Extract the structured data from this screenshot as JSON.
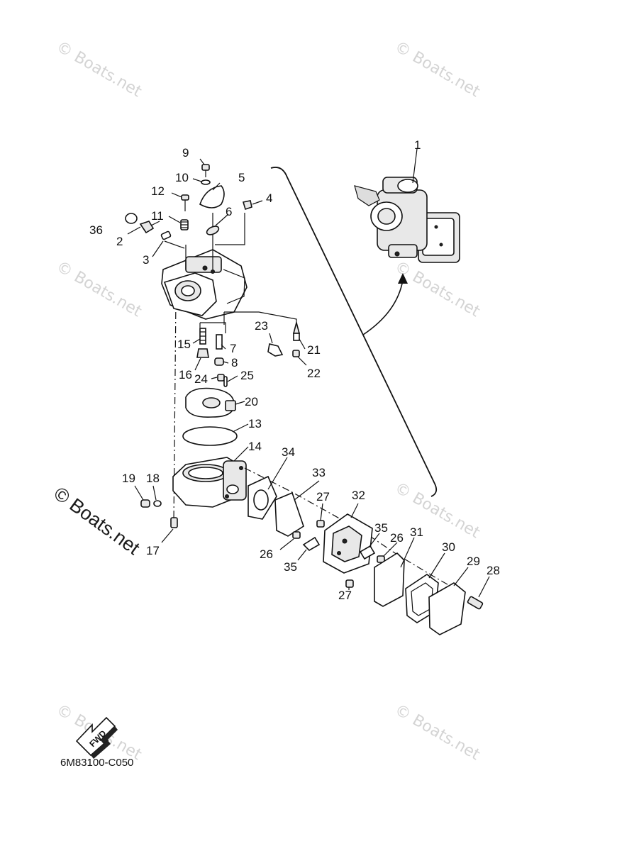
{
  "diagram": {
    "code": "6M83100-C050",
    "fwd_label": "FWD",
    "watermark": "© Boats.net",
    "callouts": {
      "p1": "1",
      "p2": "2",
      "p3": "3",
      "p4": "4",
      "p5": "5",
      "p6": "6",
      "p7": "7",
      "p8": "8",
      "p9": "9",
      "p10": "10",
      "p11": "11",
      "p12": "12",
      "p13": "13",
      "p14": "14",
      "p15": "15",
      "p16": "16",
      "p17": "17",
      "p18": "18",
      "p19": "19",
      "p20": "20",
      "p21": "21",
      "p22": "22",
      "p23": "23",
      "p24": "24",
      "p25": "25",
      "p26a": "26",
      "p26b": "26",
      "p27a": "27",
      "p27b": "27",
      "p28": "28",
      "p29": "29",
      "p30": "30",
      "p31": "31",
      "p32": "32",
      "p33": "33",
      "p34": "34",
      "p35a": "35",
      "p35b": "35",
      "p36": "36"
    }
  }
}
